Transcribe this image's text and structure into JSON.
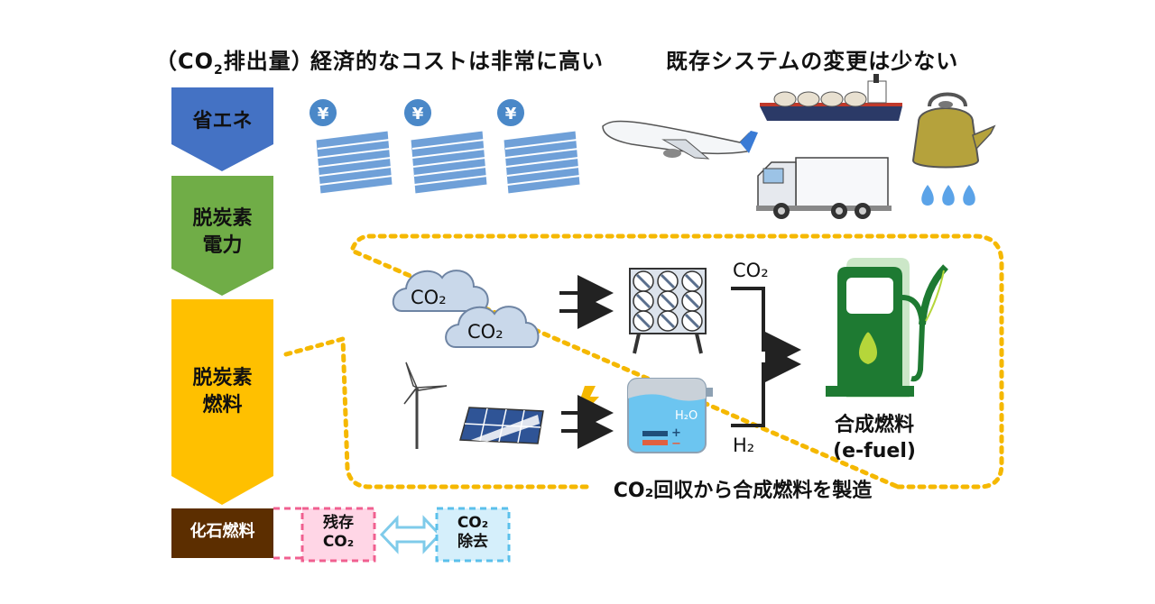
{
  "header": {
    "emission_label": "（CO",
    "emission_sub": "2",
    "emission_rest": "排出量）",
    "cost_text": "経済的なコストは非常に高い",
    "system_text": "既存システムの変更は少ない"
  },
  "stages": {
    "energy_saving": "省エネ",
    "decarbon_power_1": "脱炭素",
    "decarbon_power_2": "電力",
    "decarbon_fuel_1": "脱炭素",
    "decarbon_fuel_2": "燃料",
    "fossil_fuel": "化石燃料"
  },
  "bottom_boxes": {
    "residual_1": "残存",
    "residual_2": "CO₂",
    "removal_1": "CO₂",
    "removal_2": "除去"
  },
  "process": {
    "cloud_1": "CO₂",
    "cloud_2": "CO₂",
    "co2_input": "CO₂",
    "h2_input": "H₂",
    "electrolyzer_label": "H₂O",
    "product_1": "合成燃料",
    "product_2": "(e-fuel)",
    "caption": "CO₂回収から合成燃料を製造"
  },
  "colors": {
    "energy_saving": "#4472C4",
    "decarbon_power": "#70AD47",
    "decarbon_fuel": "#FFC000",
    "fossil_fuel": "#5C2E00",
    "residual_border": "#F06090",
    "residual_fill": "#FFD6E6",
    "removal_border": "#5BC0EB",
    "removal_fill": "#D5EFFB",
    "dotted_outline": "#F5B800",
    "pump": "#1E7A32"
  },
  "icons": [
    "yen-coin-stack-icon",
    "airplane-icon",
    "ship-icon",
    "truck-icon",
    "kettle-icon",
    "gas-flame-icon",
    "cloud-icon",
    "direct-air-capture-icon",
    "wind-turbine-icon",
    "solar-panel-icon",
    "lightning-icon",
    "electrolyzer-icon",
    "fuel-pump-icon",
    "double-arrow-icon"
  ]
}
